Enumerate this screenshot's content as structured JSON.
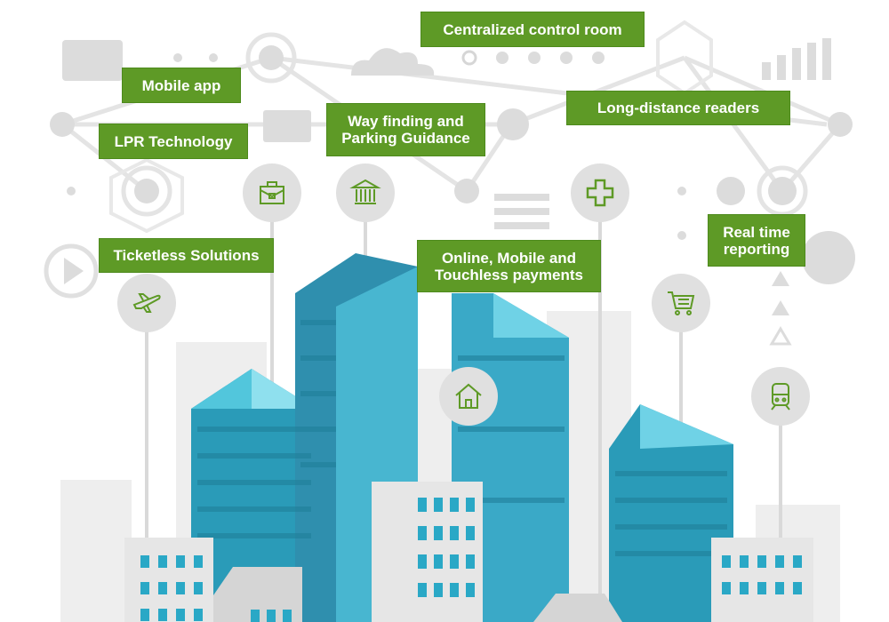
{
  "labels": {
    "control_room": "Centralized control room",
    "mobile_app": "Mobile app",
    "lpr": "LPR Technology",
    "wayfinding": "Way finding and Parking Guidance",
    "long_distance": "Long-distance readers",
    "real_time": "Real time reporting",
    "ticketless": "Ticketless Solutions",
    "payments": "Online, Mobile and Touchless payments"
  },
  "colors": {
    "accent": "#5e9a26",
    "icon_bg": "#e0e0e0",
    "building": "#2a9bb8",
    "gray": "#d8d8d8"
  },
  "icons": [
    "airplane-icon",
    "briefcase-icon",
    "bank-icon",
    "house-icon",
    "medical-cross-icon",
    "shopping-cart-icon",
    "train-icon"
  ]
}
